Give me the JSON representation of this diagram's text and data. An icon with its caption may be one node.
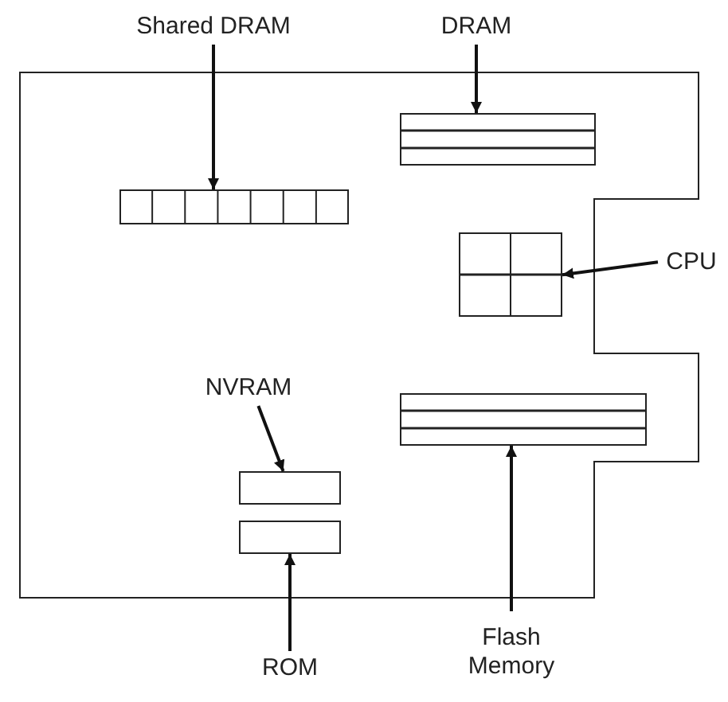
{
  "diagram": {
    "nodes": [
      {
        "text": [],
        "shape": "box"
      },
      {
        "text": [
          "Shared DRAM"
        ]
      },
      {
        "text": [
          "DRAM"
        ]
      },
      {
        "text": [],
        "shape": "box",
        "in": 0
      },
      {
        "text": [],
        "shape": "box",
        "in": 0
      },
      {
        "text": [
          "CPU"
        ]
      },
      {
        "text": [],
        "shape": "box",
        "in": 0
      },
      {
        "text": [
          "NVRAM"
        ],
        "in": 0
      },
      {
        "text": [],
        "shape": "box",
        "in": 0
      },
      {
        "text": [],
        "shape": "box",
        "in": 0
      },
      {
        "text": [],
        "shape": "box",
        "in": 0
      },
      {
        "text": [
          "ROM"
        ]
      },
      {
        "text": [
          "Flash Memory"
        ]
      }
    ],
    "edges": [
      {
        "from": 1,
        "to": 3,
        "arrow": "to"
      },
      {
        "from": 2,
        "to": 4,
        "arrow": "to"
      },
      {
        "from": 5,
        "to": 6,
        "arrow": "to"
      },
      {
        "from": 7,
        "to": 9,
        "arrow": "to"
      },
      {
        "from": 11,
        "to": 10,
        "arrow": "to"
      },
      {
        "from": 12,
        "to": 8,
        "arrow": "to"
      }
    ]
  }
}
